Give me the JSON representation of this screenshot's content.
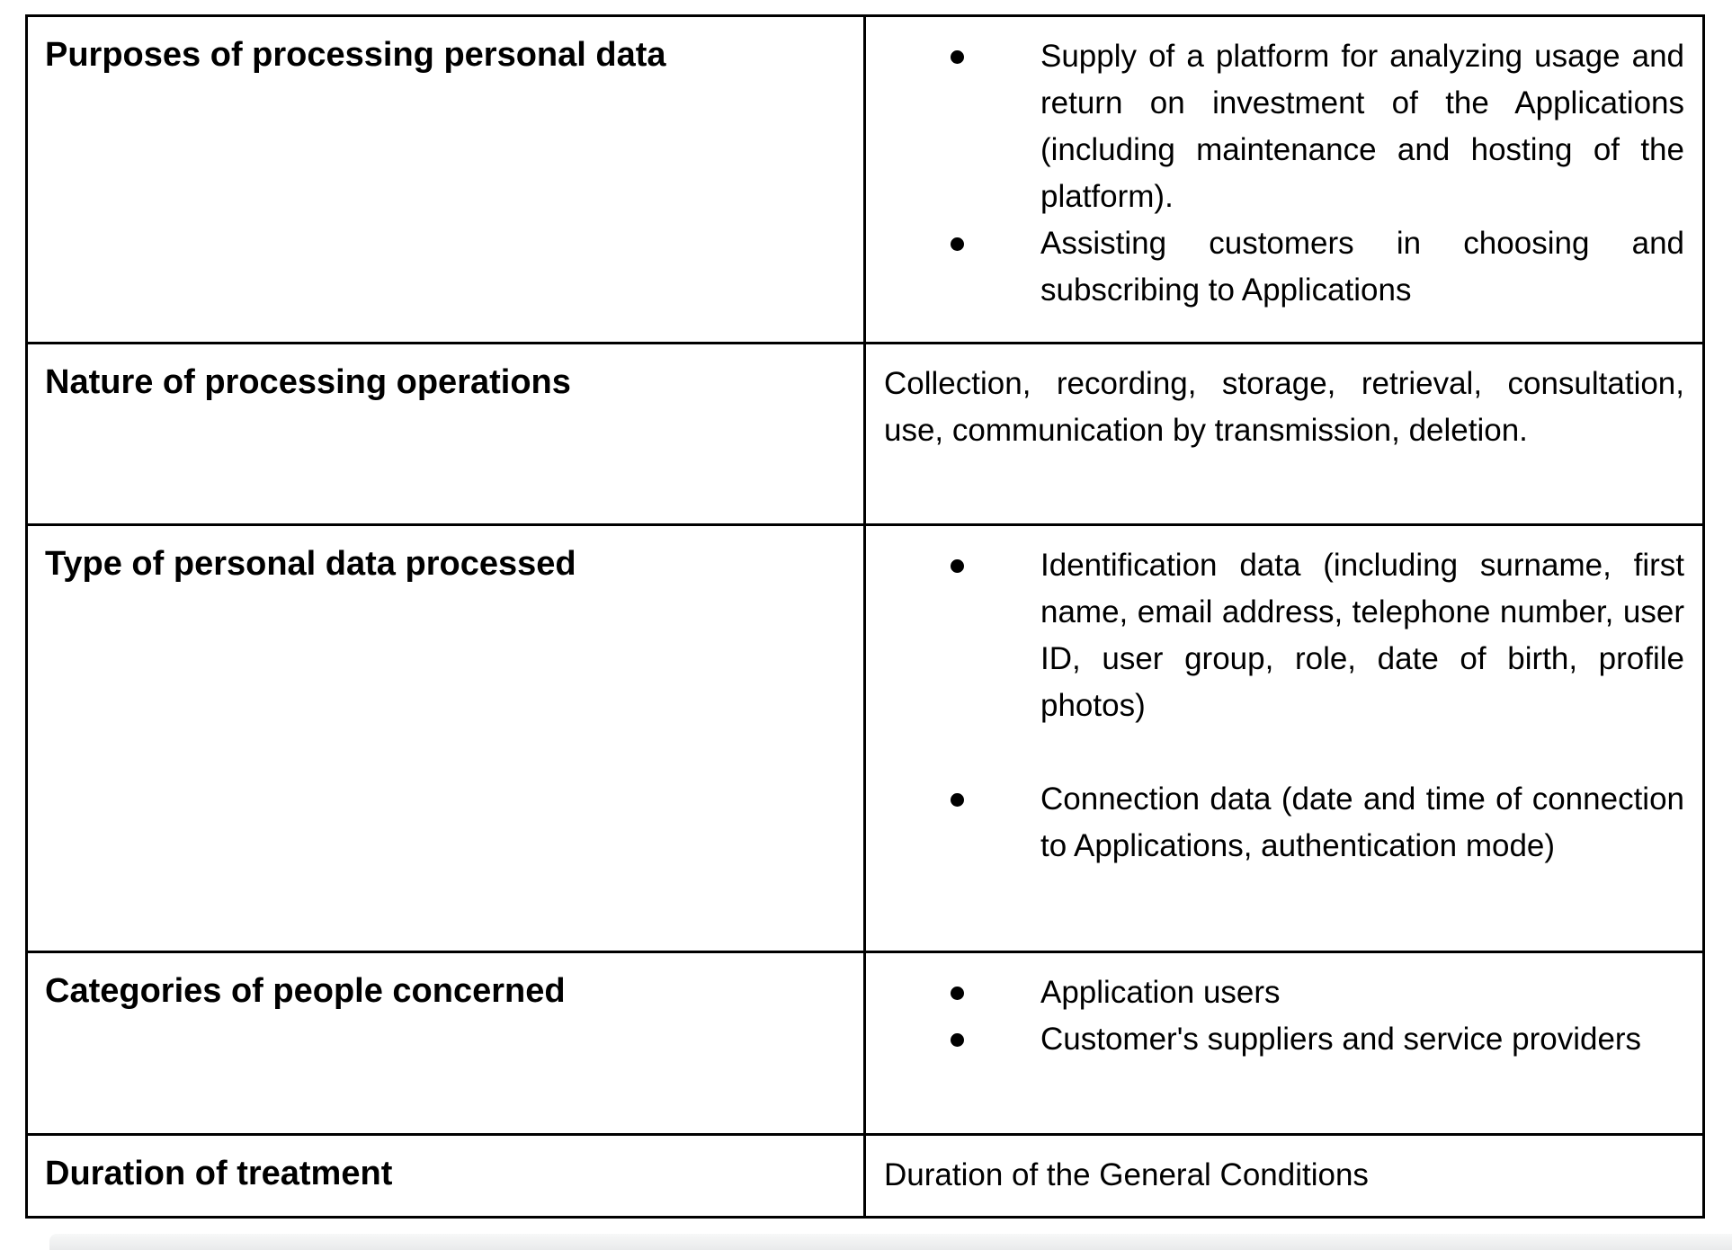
{
  "page": {
    "background": "#ffffff",
    "border_color": "#000000",
    "text_color": "#000000",
    "page_edge_color": "#ebecec"
  },
  "table": {
    "rows": [
      {
        "label": "Purposes of processing personal data",
        "bullets": [
          "Supply of a platform for analyzing usage and return on investment of the Applications (including maintenance and hosting of the platform).",
          "Assisting customers in choosing and subscribing to Applications"
        ]
      },
      {
        "label": "Nature of processing operations",
        "text": "Collection, recording, storage, retrieval, consultation, use, communication by transmission, deletion."
      },
      {
        "label": "Type of personal data processed",
        "bullets": [
          "Identification data (including surname, first name, email address, telephone number, user ID, user group, role, date of birth, profile photos)",
          "Connection data (date and time of connection to Applications, authentication mode)"
        ]
      },
      {
        "label": "Categories of people concerned",
        "bullets": [
          "Application users",
          "Customer's suppliers and service providers"
        ]
      },
      {
        "label": "Duration of treatment",
        "text": "Duration of the General Conditions"
      }
    ]
  }
}
